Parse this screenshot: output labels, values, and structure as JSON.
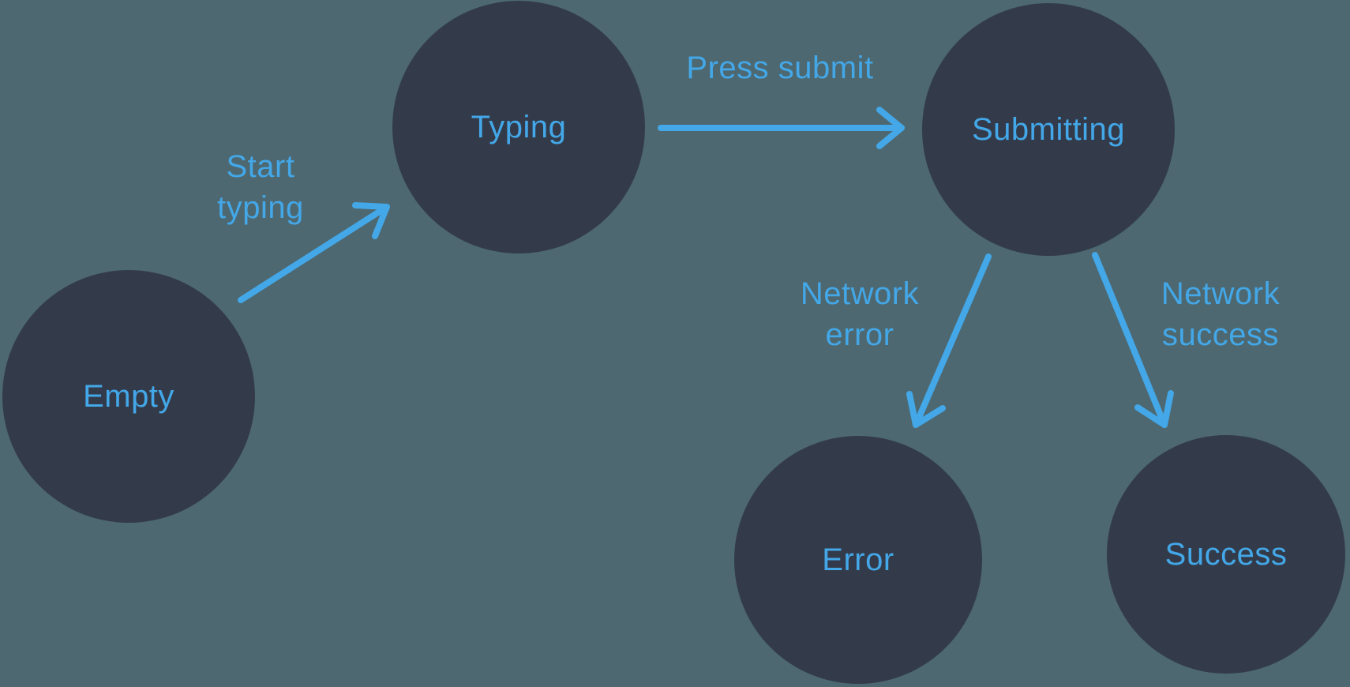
{
  "diagram": {
    "type": "state-machine",
    "colors": {
      "background": "#4d6870",
      "node_fill": "#333b4a",
      "accent": "#43a7e8"
    },
    "nodes": [
      {
        "id": "empty",
        "label": "Empty"
      },
      {
        "id": "typing",
        "label": "Typing"
      },
      {
        "id": "submitting",
        "label": "Submitting"
      },
      {
        "id": "error",
        "label": "Error"
      },
      {
        "id": "success",
        "label": "Success"
      }
    ],
    "edges": [
      {
        "from": "Empty",
        "to": "Typing",
        "label": "Start\ntyping"
      },
      {
        "from": "Typing",
        "to": "Submitting",
        "label": "Press submit"
      },
      {
        "from": "Submitting",
        "to": "Error",
        "label": "Network\nerror"
      },
      {
        "from": "Submitting",
        "to": "Success",
        "label": "Network\nsuccess"
      }
    ]
  }
}
